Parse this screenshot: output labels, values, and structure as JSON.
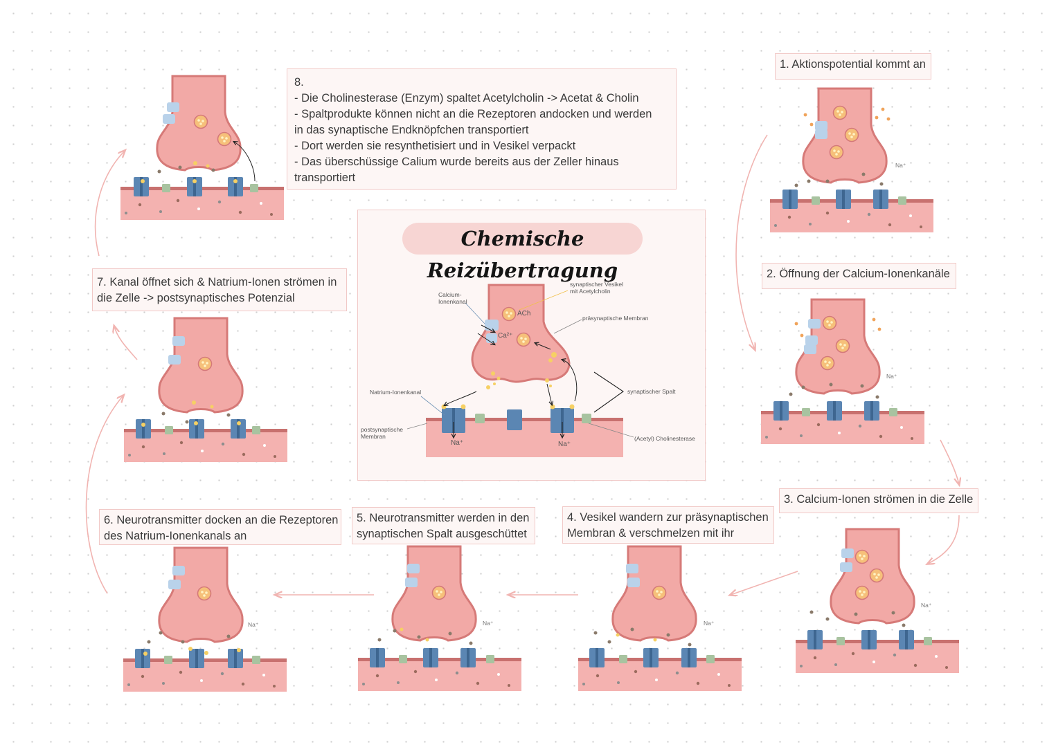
{
  "title": "Chemische Reizübertragung",
  "steps": {
    "s1": "1. Aktionspotential kommt an",
    "s2": "2. Öffnung der Calcium-Ionenkanäle",
    "s3": "3. Calcium-Ionen strömen in die Zelle",
    "s4": [
      "4. Vesikel wandern zur präsynaptischen",
      "Membran & verschmelzen mit ihr"
    ],
    "s5": [
      "5. Neurotransmitter werden in den",
      "synaptischen Spalt ausgeschüttet"
    ],
    "s6": [
      "6. Neurotransmitter docken an die Rezeptoren",
      "des Natrium-Ionenkanals an"
    ],
    "s7": [
      "7. Kanal öffnet sich & Natrium-Ionen strömen in",
      "die Zelle -> postsynaptisches Potenzial"
    ],
    "s8": [
      "8.",
      "- Die Cholinesterase (Enzym) spaltet Acetylcholin -> Acetat & Cholin",
      "- Spaltprodukte können nicht an die Rezeptoren andocken und werden",
      "in das synaptische Endknöpfchen transportiert",
      "- Dort werden sie resynthetisiert und in Vesikel verpackt",
      "- Das überschüssige Calium wurde bereits aus der Zeller hinaus",
      "transportiert"
    ]
  },
  "labels": {
    "calcium_channel": [
      "Calcium-",
      "Ionenkanal"
    ],
    "vesicle": [
      "synaptischer Vesikel",
      "mit Acetylcholin"
    ],
    "presynaptic_membrane": "präsynaptische Membran",
    "sodium_channel": "Natrium-Ionenkanal",
    "cleft": "synaptischer Spalt",
    "postsynaptic_membrane": [
      "postsynaptische",
      "Membran"
    ],
    "cholinesterase": "(Acetyl) Cholinesterase",
    "ach": "ACh",
    "ca": "Ca²⁺",
    "na": "Na⁺"
  },
  "colors": {
    "terminal": "#f2a9a6",
    "terminal_stroke": "#d67a78",
    "membrane": "#f4b2b0",
    "membrane_top": "#c8716f",
    "channel": "#5b86b3",
    "enzyme": "#a8c3a0",
    "calcium_channel": "#b9d2ea",
    "arrow": "#f1b4b1"
  }
}
